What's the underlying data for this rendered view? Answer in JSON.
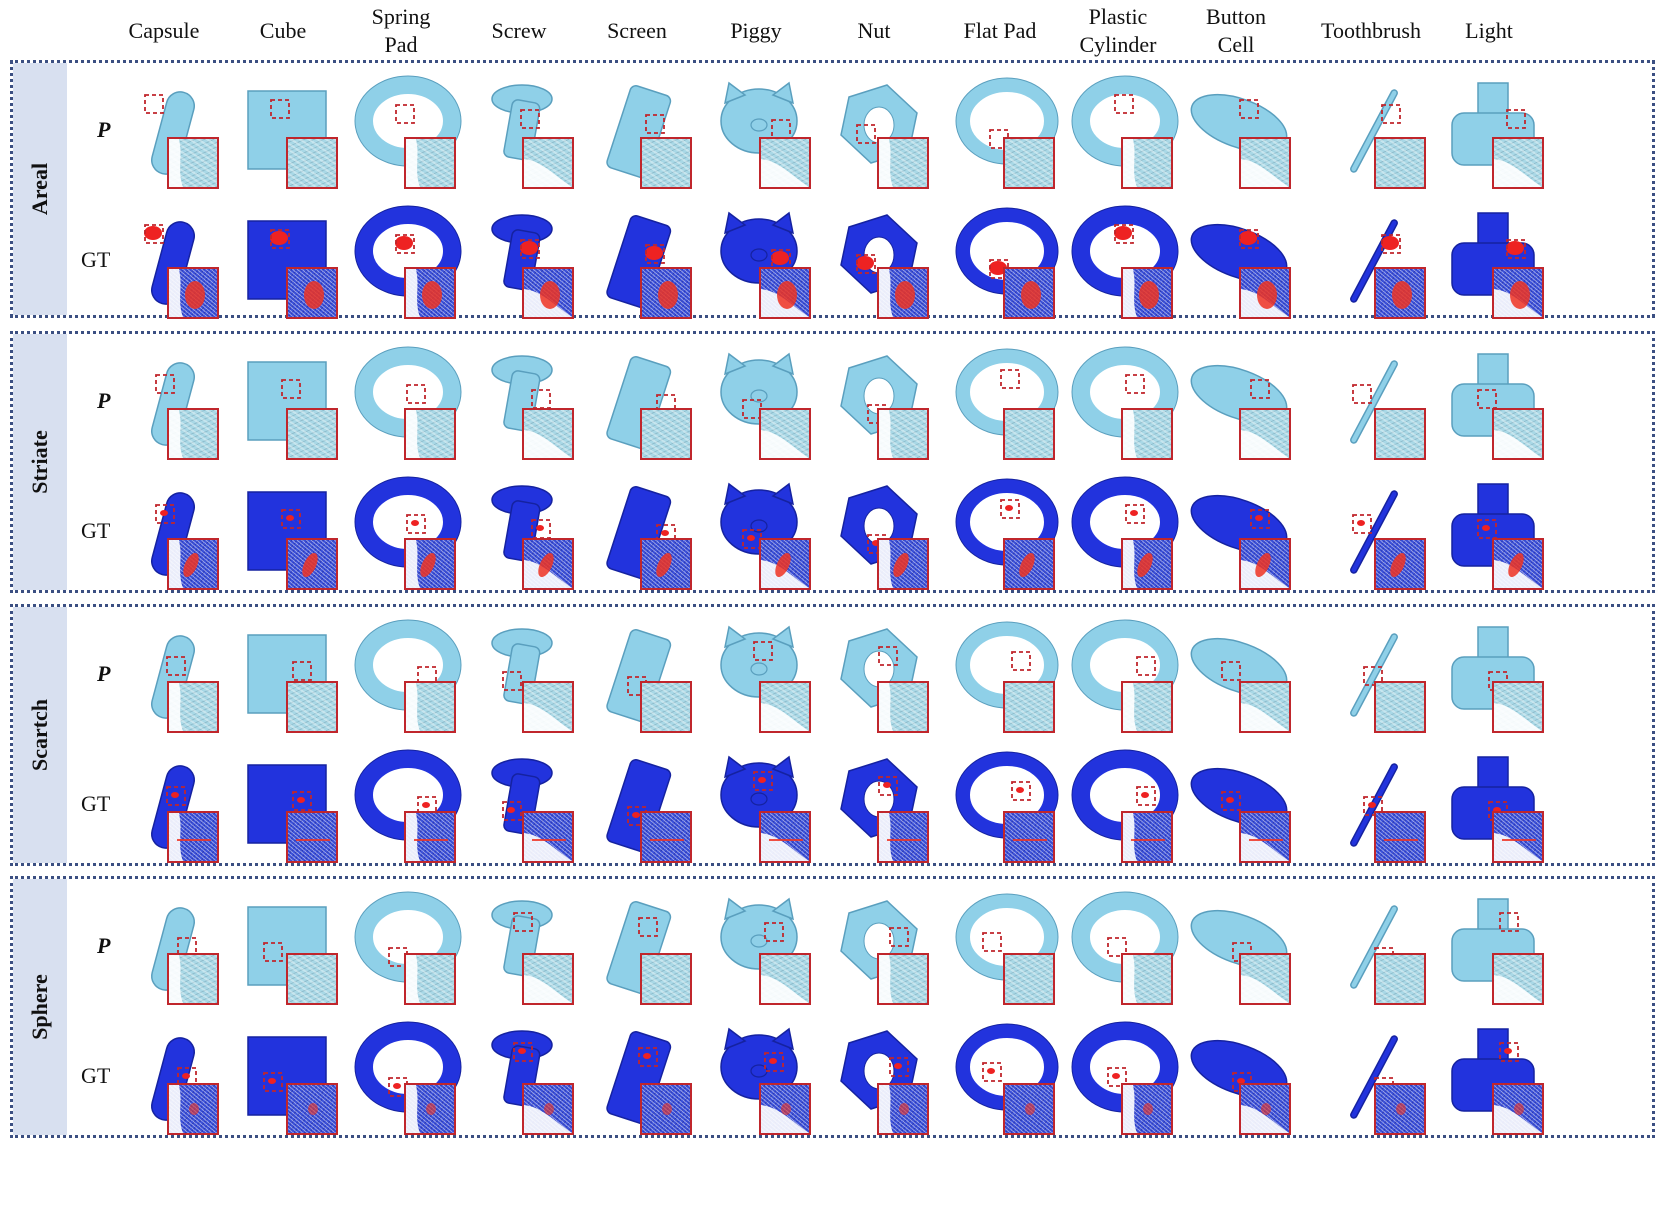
{
  "columns": [
    "Capsule",
    "Cube",
    "Spring\nPad",
    "Screw",
    "Screen",
    "Piggy",
    "Nut",
    "Flat Pad",
    "Plastic\nCylinder",
    "Button\nCell",
    "Toothbrush",
    "Light"
  ],
  "panels": [
    {
      "label": "Areal",
      "rows": [
        {
          "label": "P",
          "type": "p"
        },
        {
          "label": "GT",
          "type": "gt"
        }
      ]
    },
    {
      "label": "Striate",
      "rows": [
        {
          "label": "P",
          "type": "p"
        },
        {
          "label": "GT",
          "type": "gt"
        }
      ]
    },
    {
      "label": "Scartch",
      "rows": [
        {
          "label": "P",
          "type": "p"
        },
        {
          "label": "GT",
          "type": "gt"
        }
      ]
    },
    {
      "label": "Sphere",
      "rows": [
        {
          "label": "P",
          "type": "p"
        },
        {
          "label": "GT",
          "type": "gt"
        }
      ]
    }
  ],
  "colors": {
    "point_cloud": "#8fd0e8",
    "point_cloud_dark": "#5a9fbe",
    "ground_truth_normal": "#2233dd",
    "ground_truth_defect": "#ee2222",
    "inset_border": "#c0262c",
    "panel_border": "#3b4f82",
    "panel_tab": "#d8e0f0"
  },
  "shape_icons": [
    "capsule-shape",
    "square-shape",
    "ring-shape",
    "bolt-shape",
    "phone-shape",
    "piggy-shape",
    "hex-nut-shape",
    "ring-shape",
    "ring-shape",
    "disc-shape",
    "toothbrush-shape",
    "cylinder-shape"
  ]
}
